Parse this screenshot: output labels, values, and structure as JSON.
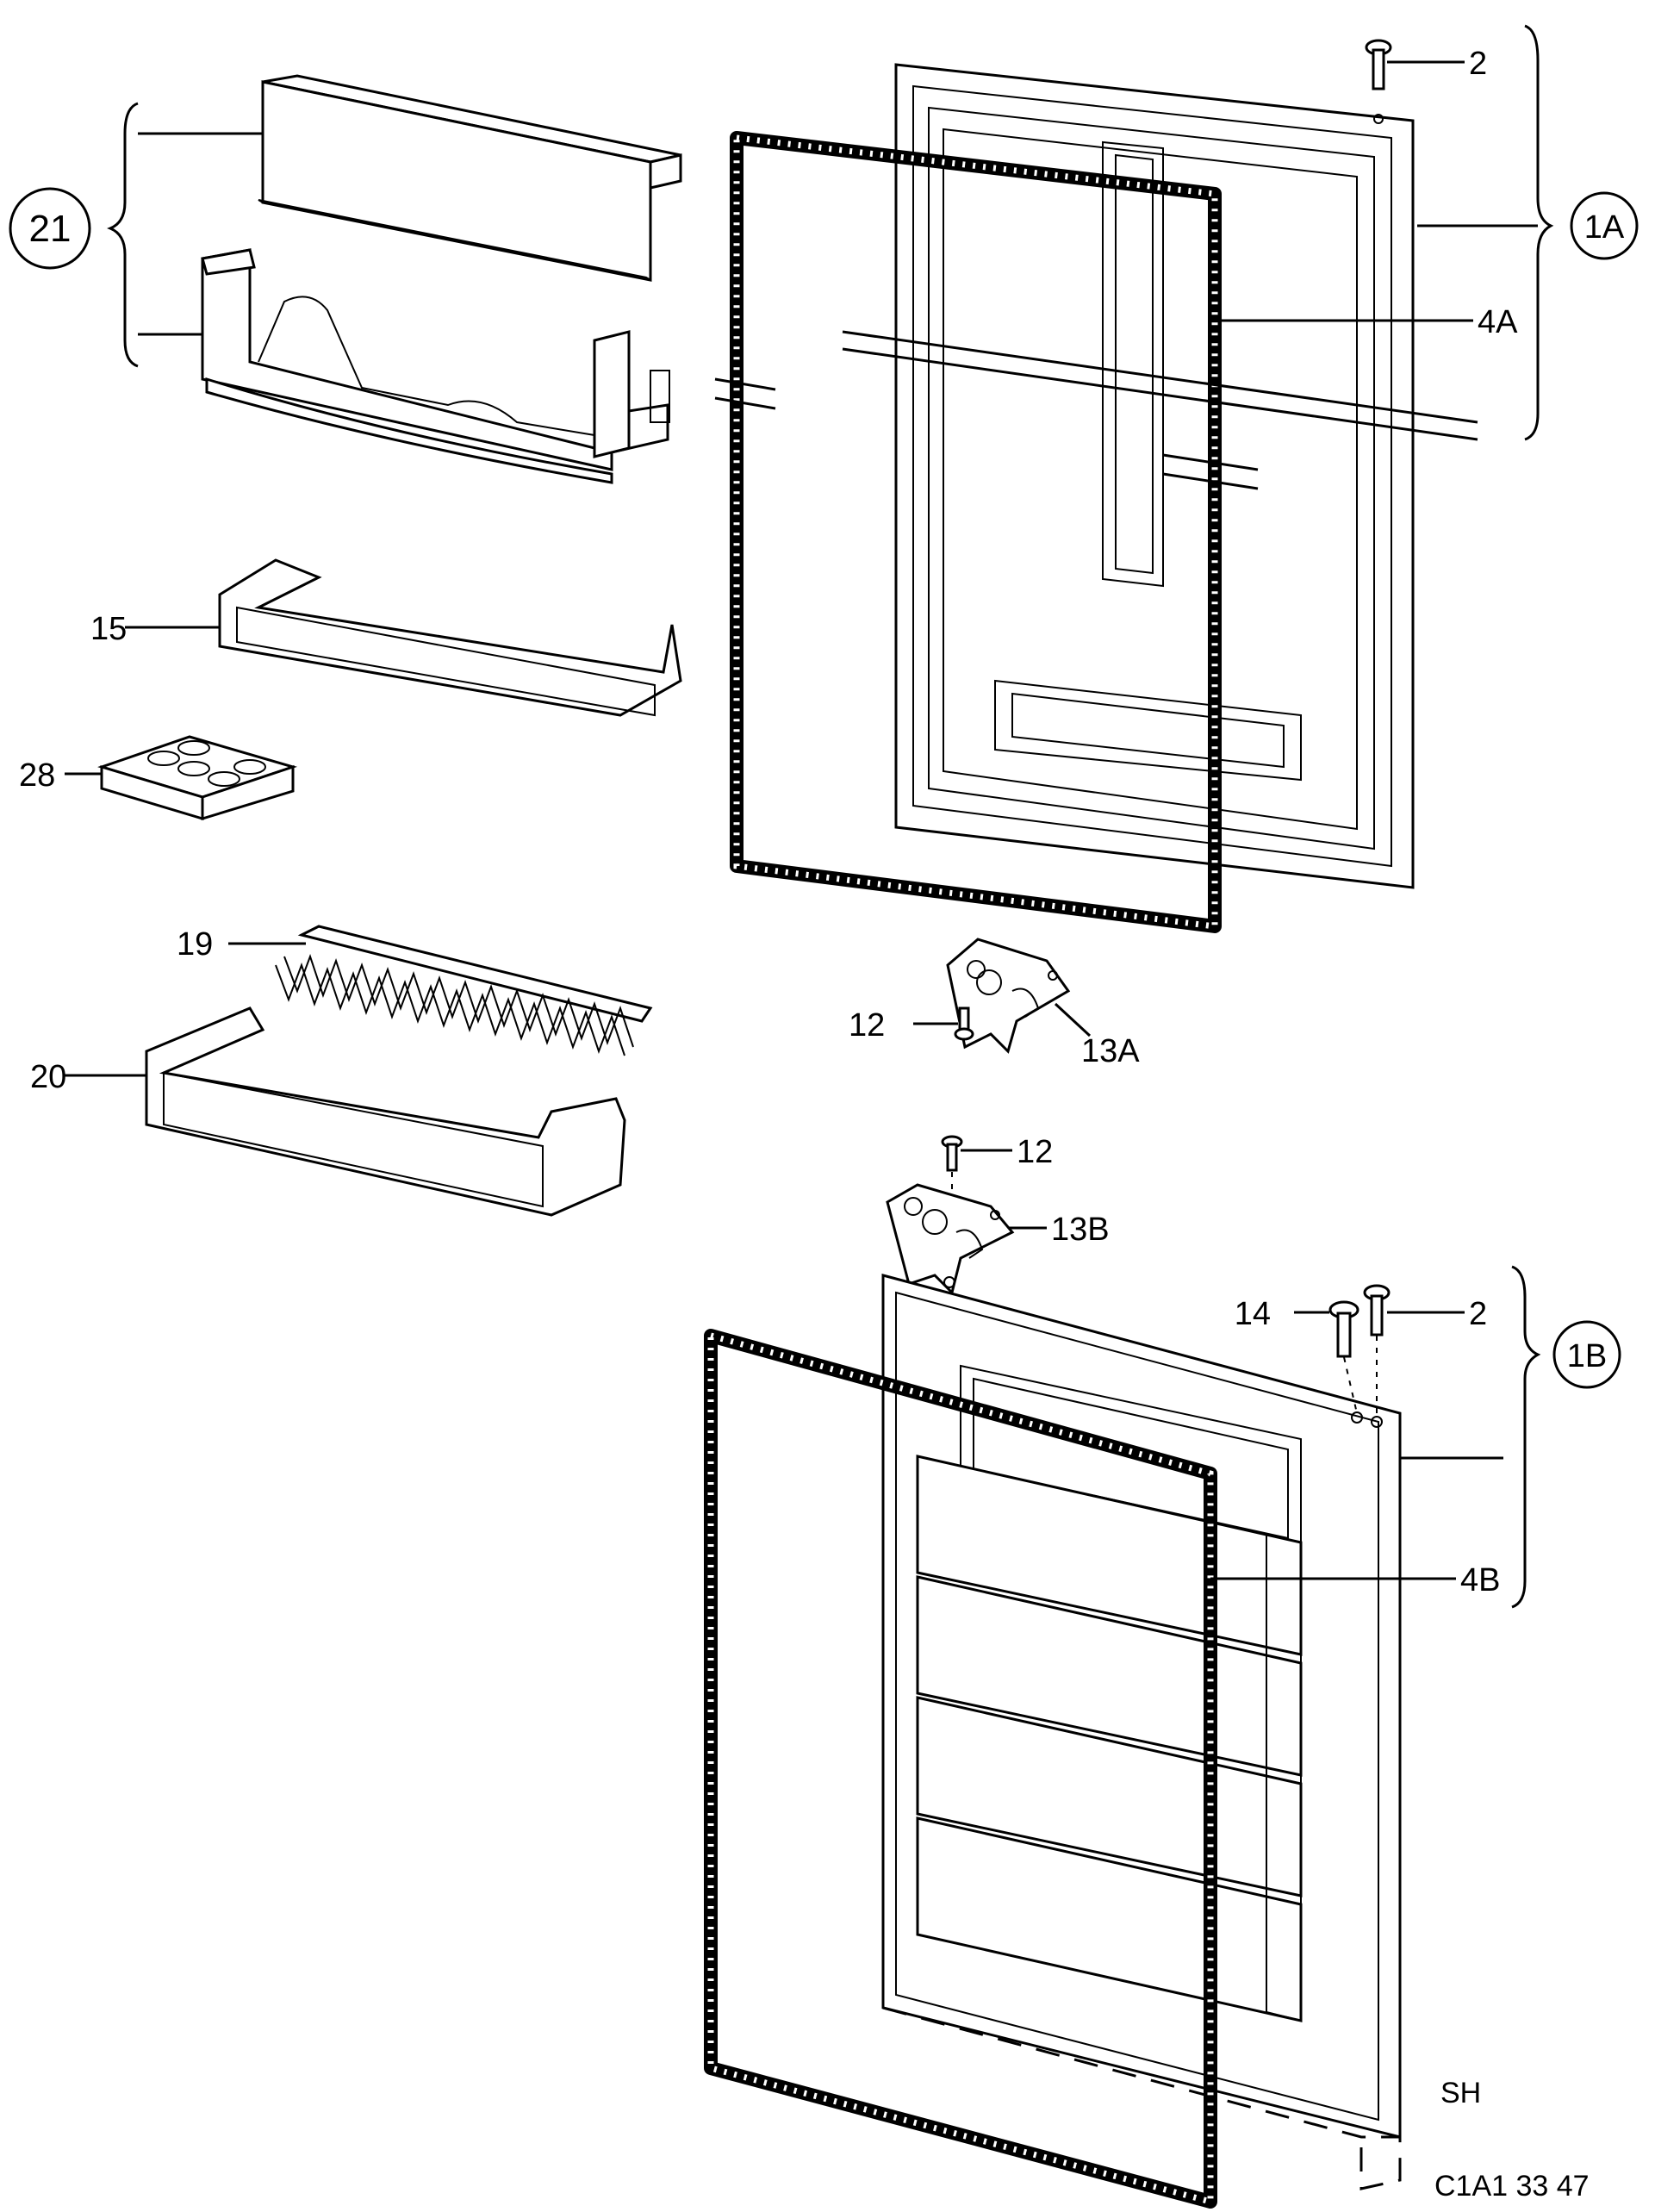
{
  "diagram": {
    "callouts": [
      {
        "id": "21",
        "text": "21",
        "circled": true
      },
      {
        "id": "1A",
        "text": "1A",
        "circled": true
      },
      {
        "id": "1B",
        "text": "1B",
        "circled": true
      },
      {
        "id": "2a",
        "text": "2"
      },
      {
        "id": "2b",
        "text": "2"
      },
      {
        "id": "4A",
        "text": "4A"
      },
      {
        "id": "4B",
        "text": "4B"
      },
      {
        "id": "15",
        "text": "15"
      },
      {
        "id": "28",
        "text": "28"
      },
      {
        "id": "19",
        "text": "19"
      },
      {
        "id": "20",
        "text": "20"
      },
      {
        "id": "12a",
        "text": "12"
      },
      {
        "id": "12b",
        "text": "12"
      },
      {
        "id": "13A",
        "text": "13A"
      },
      {
        "id": "13B",
        "text": "13B"
      },
      {
        "id": "14",
        "text": "14"
      }
    ],
    "footer": {
      "sheet": "SH",
      "code": "C1A1 33 47"
    }
  }
}
